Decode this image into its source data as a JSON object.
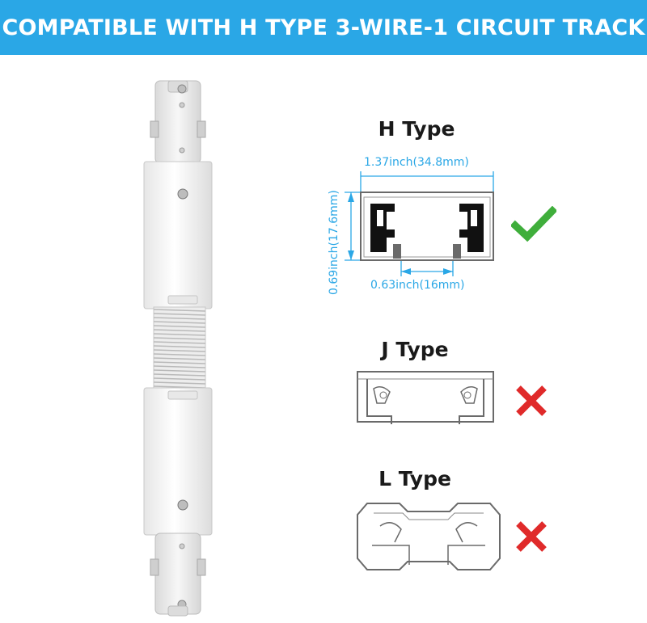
{
  "banner": {
    "title": "COMPATIBLE WITH H TYPE 3-WIRE-1 CIRCUIT TRACK",
    "background": "#2aa7e6"
  },
  "colors": {
    "dimension": "#2aa7e6",
    "check": "#3fae3b",
    "cross": "#e02a2a",
    "product": "#f4f4f4",
    "outline": "#6a6a6a"
  },
  "types": [
    {
      "title": "H Type",
      "compatible": true,
      "mark": "check-icon"
    },
    {
      "title": "J Type",
      "compatible": false,
      "mark": "cross-icon"
    },
    {
      "title": "L Type",
      "compatible": false,
      "mark": "cross-icon"
    }
  ],
  "dimensions": {
    "width": "1.37inch(34.8mm)",
    "height": "0.69inch(17.6mm)",
    "slot": "0.63inch(16mm)"
  },
  "product": {
    "name": "track-connector",
    "icon": "flexible-connector-image"
  }
}
